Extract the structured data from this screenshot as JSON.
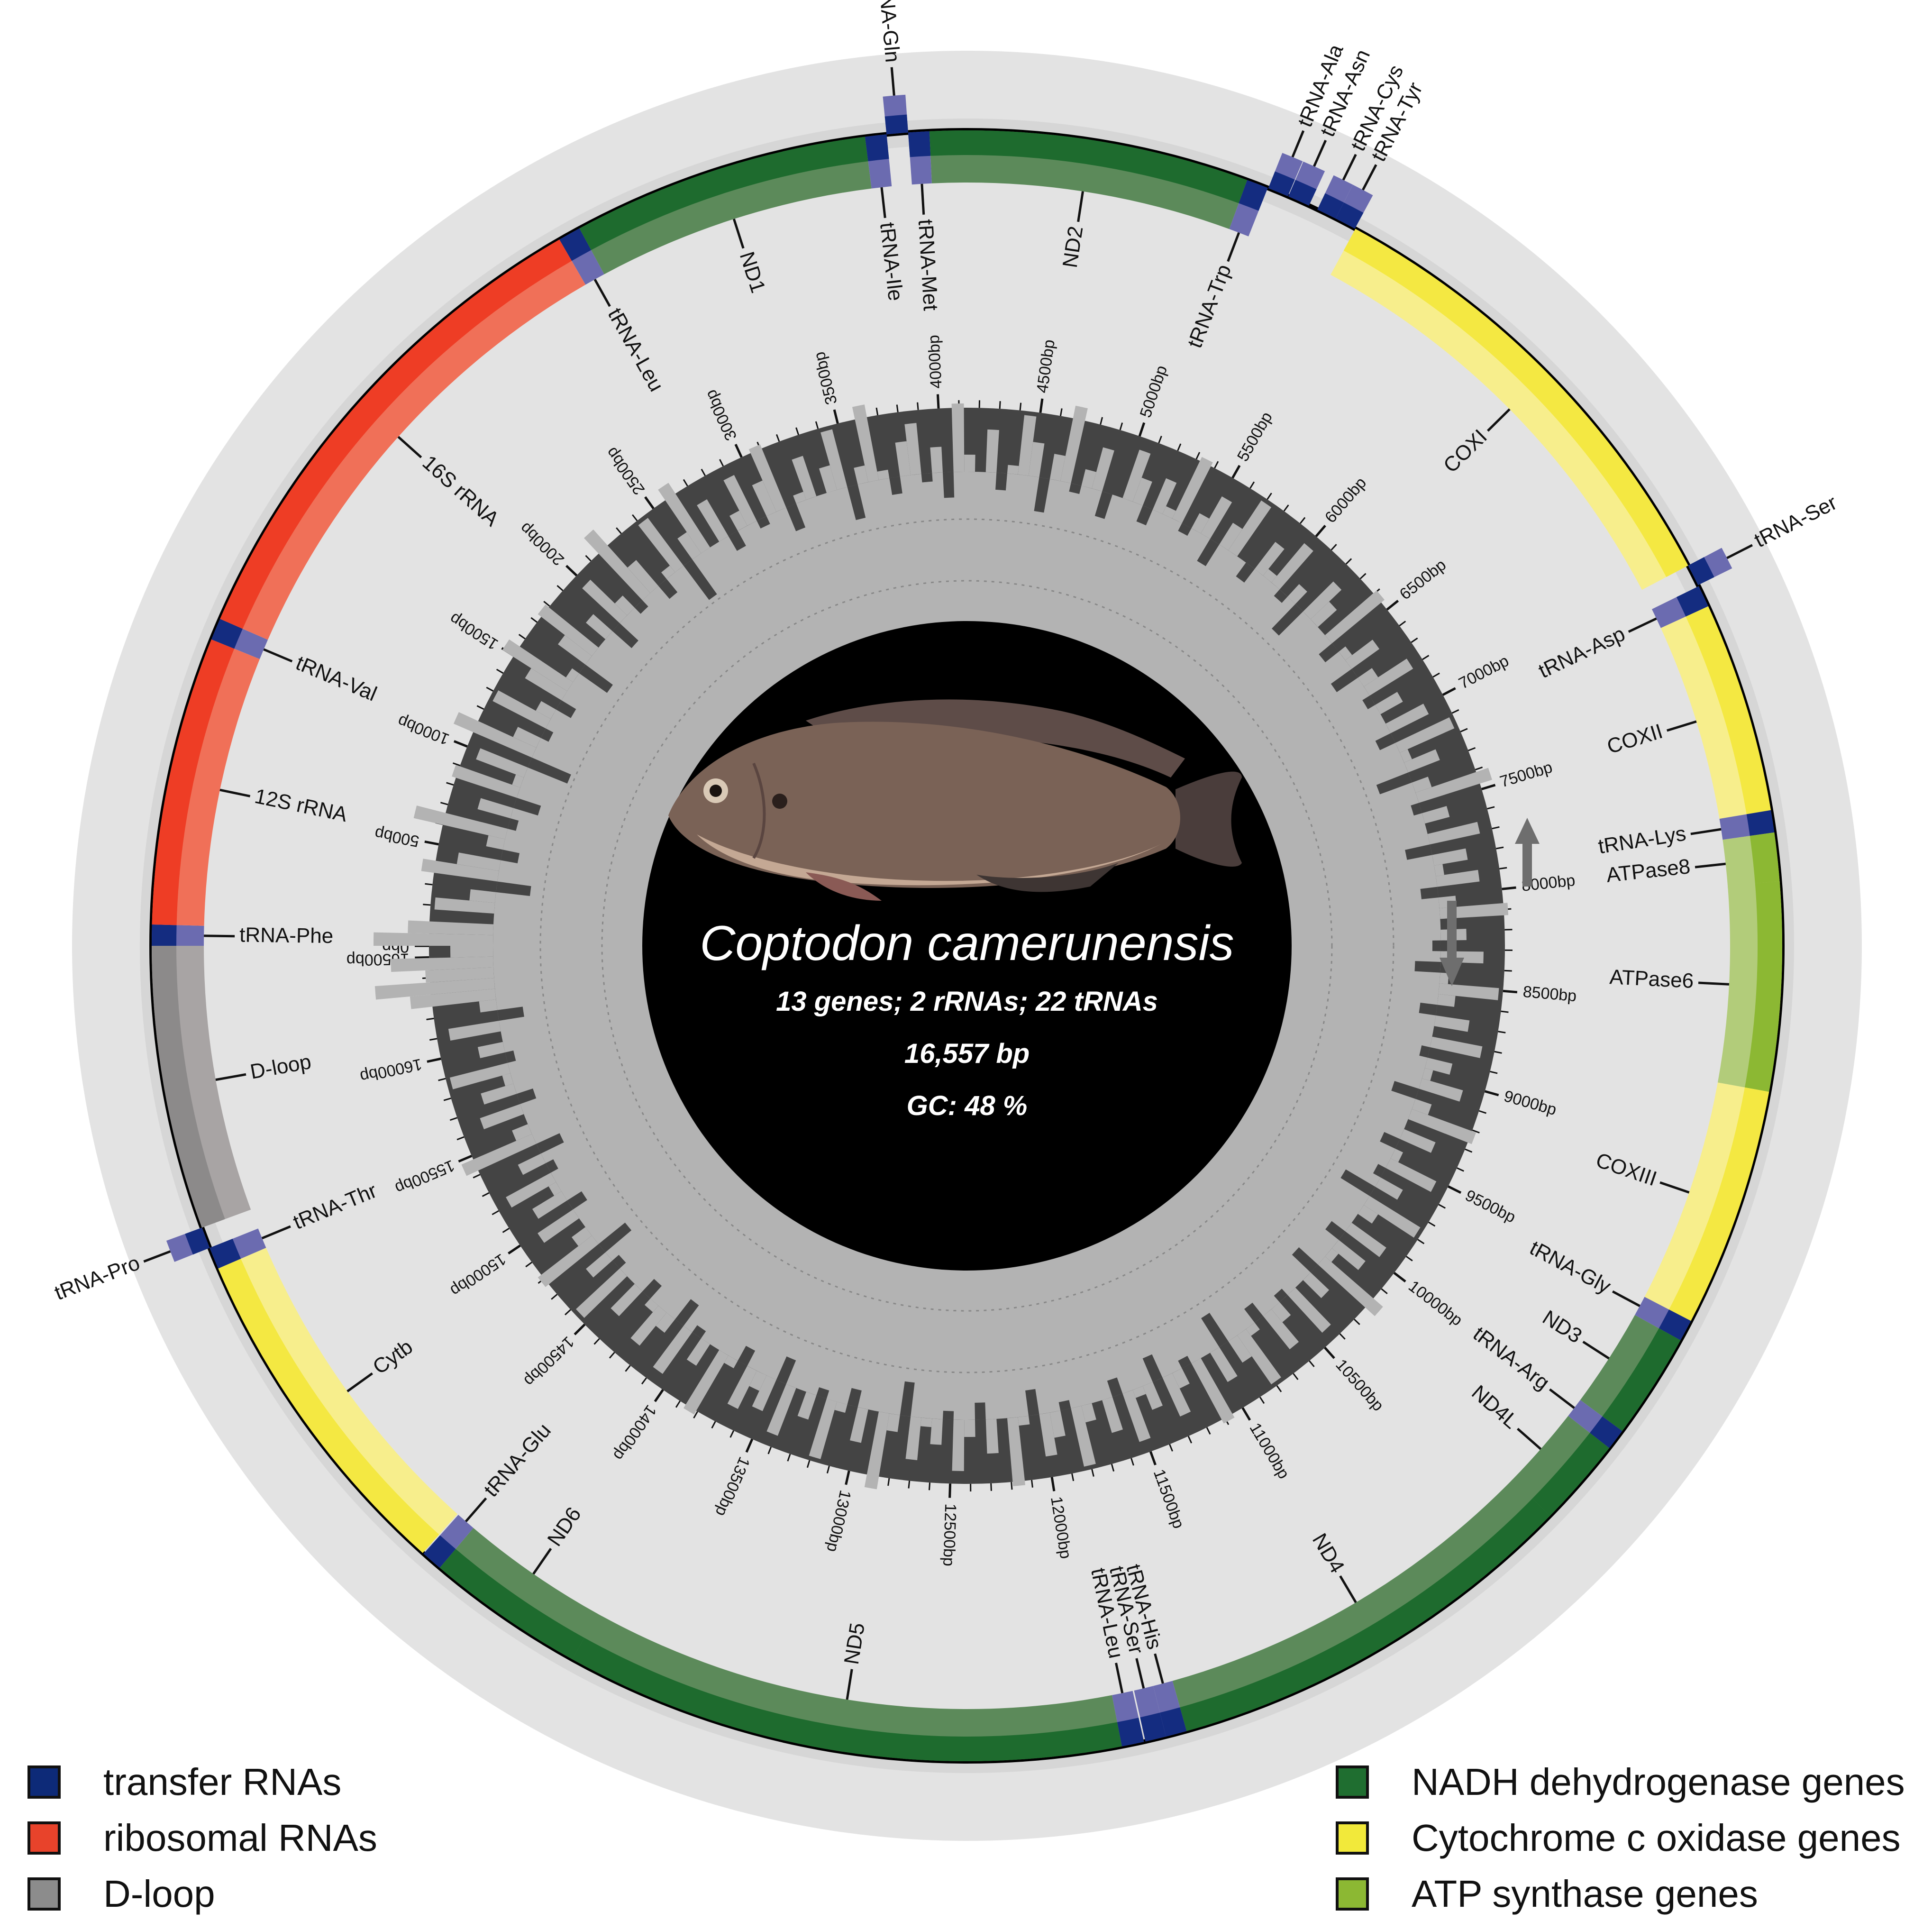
{
  "center": {
    "species": "Coptodon camerunensis",
    "line1": "13 genes; 2 rRNAs; 22 tRNAs",
    "line2": "16,557 bp",
    "line3": "GC: 48 %"
  },
  "colors": {
    "trna": "#1a2f8a",
    "rrna": "#e8432b",
    "dloop": "#8c8c8c",
    "nadh": "#1f6e30",
    "cox": "#f2e93a",
    "atp": "#8cb833"
  },
  "legend": {
    "left": [
      {
        "label": "transfer RNAs",
        "color": "#0d2a78"
      },
      {
        "label": "ribosomal RNAs",
        "color": "#e8432b"
      },
      {
        "label": "D-loop",
        "color": "#8c8c8c"
      }
    ],
    "right": [
      {
        "label": "NADH dehydrogenase genes",
        "color": "#1f6e30"
      },
      {
        "label": "Cytochrome c oxidase genes",
        "color": "#f2e93a"
      },
      {
        "label": "ATP synthase genes",
        "color": "#8cb833"
      }
    ]
  },
  "scale": {
    "genome_length": 16557,
    "tick_labels": [
      "0bp",
      "500bp",
      "1000bp",
      "1500bp",
      "2000bp",
      "2500bp",
      "3000bp",
      "3500bp",
      "4000bp",
      "4500bp",
      "5000bp",
      "5500bp",
      "6000bp",
      "6500bp",
      "7000bp",
      "7500bp",
      "8000bp",
      "8500bp",
      "9000bp",
      "9500bp",
      "10000bp",
      "10500bp",
      "11000bp",
      "11500bp",
      "12000bp",
      "12500bp",
      "13000bp",
      "13500bp",
      "14000bp",
      "14500bp",
      "15000bp",
      "15500bp",
      "16000bp",
      "16500bp"
    ]
  },
  "features": [
    {
      "label": "tRNA-Phe",
      "type": "trna",
      "strand": "outer",
      "start": 0,
      "end": 69
    },
    {
      "label": "12S rRNA",
      "type": "rrna",
      "strand": "outer",
      "start": 69,
      "end": 1015
    },
    {
      "label": "tRNA-Val",
      "type": "trna",
      "strand": "outer",
      "start": 1015,
      "end": 1087
    },
    {
      "label": "16S rRNA",
      "type": "rrna",
      "strand": "outer",
      "start": 1087,
      "end": 2760
    },
    {
      "label": "tRNA-Leu",
      "type": "trna",
      "strand": "outer",
      "start": 2760,
      "end": 2834
    },
    {
      "label": "ND1",
      "type": "nadh",
      "strand": "outer",
      "start": 2834,
      "end": 3809
    },
    {
      "label": "tRNA-Ile",
      "type": "trna",
      "strand": "outer",
      "start": 3809,
      "end": 3879
    },
    {
      "label": "tRNA-Gln",
      "type": "trna",
      "strand": "inner",
      "start": 3879,
      "end": 3949
    },
    {
      "label": "tRNA-Met",
      "type": "trna",
      "strand": "outer",
      "start": 3949,
      "end": 4018
    },
    {
      "label": "ND2",
      "type": "nadh",
      "strand": "outer",
      "start": 4018,
      "end": 5064
    },
    {
      "label": "tRNA-Trp",
      "type": "trna",
      "strand": "outer",
      "start": 5064,
      "end": 5135
    },
    {
      "label": "tRNA-Ala",
      "type": "trna",
      "strand": "inner",
      "start": 5137,
      "end": 5205
    },
    {
      "label": "tRNA-Asn",
      "type": "trna",
      "strand": "inner",
      "start": 5207,
      "end": 5280
    },
    {
      "label": "tRNA-Cys",
      "type": "trna",
      "strand": "inner",
      "start": 5310,
      "end": 5376
    },
    {
      "label": "tRNA-Tyr",
      "type": "trna",
      "strand": "inner",
      "start": 5376,
      "end": 5446
    },
    {
      "label": "COXI",
      "type": "cox",
      "strand": "outer",
      "start": 5448,
      "end": 7000
    },
    {
      "label": "tRNA-Ser",
      "type": "trna",
      "strand": "inner",
      "start": 7000,
      "end": 7071
    },
    {
      "label": "tRNA-Asp",
      "type": "trna",
      "strand": "outer",
      "start": 7075,
      "end": 7147
    },
    {
      "label": "COXII",
      "type": "cox",
      "strand": "outer",
      "start": 7147,
      "end": 7838
    },
    {
      "label": "tRNA-Lys",
      "type": "trna",
      "strand": "outer",
      "start": 7838,
      "end": 7911
    },
    {
      "label": "ATPase8",
      "type": "atp",
      "strand": "outer",
      "start": 7911,
      "end": 8079
    },
    {
      "label": "ATPase6",
      "type": "atp",
      "strand": "outer",
      "start": 8070,
      "end": 8753
    },
    {
      "label": "COXIII",
      "type": "cox",
      "strand": "outer",
      "start": 8753,
      "end": 9538
    },
    {
      "label": "tRNA-Gly",
      "type": "trna",
      "strand": "outer",
      "start": 9538,
      "end": 9609
    },
    {
      "label": "ND3",
      "type": "nadh",
      "strand": "outer",
      "start": 9609,
      "end": 9958
    },
    {
      "label": "tRNA-Arg",
      "type": "trna",
      "strand": "outer",
      "start": 9958,
      "end": 10027
    },
    {
      "label": "ND4L",
      "type": "nadh",
      "strand": "outer",
      "start": 10027,
      "end": 10324
    },
    {
      "label": "ND4",
      "type": "nadh",
      "strand": "outer",
      "start": 10318,
      "end": 11699
    },
    {
      "label": "tRNA-His",
      "type": "trna",
      "strand": "outer",
      "start": 11699,
      "end": 11768
    },
    {
      "label": "tRNA-Ser",
      "type": "trna",
      "strand": "outer",
      "start": 11768,
      "end": 11836
    },
    {
      "label": "tRNA-Leu",
      "type": "trna",
      "strand": "outer",
      "start": 11841,
      "end": 11914
    },
    {
      "label": "ND5",
      "type": "nadh",
      "strand": "outer",
      "start": 11914,
      "end": 13753
    },
    {
      "label": "ND6",
      "type": "nadh",
      "strand": "outer",
      "start": 13749,
      "end": 14271
    },
    {
      "label": "tRNA-Glu",
      "type": "trna",
      "strand": "outer",
      "start": 14271,
      "end": 14340
    },
    {
      "label": "Cytb",
      "type": "cox",
      "strand": "outer",
      "start": 14344,
      "end": 15485
    },
    {
      "label": "tRNA-Thr",
      "type": "trna",
      "strand": "outer",
      "start": 15485,
      "end": 15557
    },
    {
      "label": "tRNA-Pro",
      "type": "trna",
      "strand": "inner",
      "start": 15557,
      "end": 15627
    },
    {
      "label": "D-loop",
      "type": "dloop",
      "strand": "outer",
      "start": 15627,
      "end": 16557
    }
  ],
  "gc_content": [
    0.62,
    0.58,
    0.48,
    0.55,
    0.51,
    0.44,
    0.57,
    0.53,
    0.46,
    0.5,
    0.59,
    0.47,
    0.52,
    0.45,
    0.56,
    0.49,
    0.54,
    0.43,
    0.58,
    0.51,
    0.47,
    0.55,
    0.5,
    0.46,
    0.53,
    0.57,
    0.49,
    0.44,
    0.52,
    0.56,
    0.48,
    0.51,
    0.45,
    0.54,
    0.5,
    0.47,
    0.58,
    0.52,
    0.46,
    0.49,
    0.55,
    0.43,
    0.51,
    0.57,
    0.48,
    0.53,
    0.46,
    0.5,
    0.54,
    0.47,
    0.52,
    0.56,
    0.45,
    0.49,
    0.53,
    0.48,
    0.51,
    0.55,
    0.44,
    0.5,
    0.57,
    0.49,
    0.46,
    0.52,
    0.54,
    0.47,
    0.51,
    0.45,
    0.56,
    0.5,
    0.48,
    0.53,
    0.46,
    0.49,
    0.55,
    0.52,
    0.44,
    0.51,
    0.57,
    0.47,
    0.5,
    0.53,
    0.45,
    0.48,
    0.54,
    0.51,
    0.46,
    0.52,
    0.49,
    0.56,
    0.47,
    0.5,
    0.53,
    0.45,
    0.51,
    0.55,
    0.48,
    0.46,
    0.52,
    0.49,
    0.54,
    0.47,
    0.5,
    0.44,
    0.53,
    0.51,
    0.48,
    0.56,
    0.46,
    0.49,
    0.52,
    0.45,
    0.5,
    0.54,
    0.47,
    0.51,
    0.48,
    0.53,
    0.46,
    0.55,
    0.49,
    0.52,
    0.44,
    0.5,
    0.57,
    0.47,
    0.51,
    0.48,
    0.54,
    0.45,
    0.52,
    0.49,
    0.53,
    0.46,
    0.5,
    0.56,
    0.48,
    0.51,
    0.47,
    0.53,
    0.45,
    0.49,
    0.55,
    0.5,
    0.46,
    0.52,
    0.48,
    0.54,
    0.47,
    0.51,
    0.49,
    0.53,
    0.45,
    0.5,
    0.56,
    0.48,
    0.52,
    0.46,
    0.49,
    0.54,
    0.47,
    0.51,
    0.44,
    0.55,
    0.5,
    0.48,
    0.53,
    0.46,
    0.52,
    0.49,
    0.57,
    0.45,
    0.51,
    0.48,
    0.54,
    0.47,
    0.5,
    0.53,
    0.46,
    0.49,
    0.55,
    0.51,
    0.44,
    0.52,
    0.48,
    0.56,
    0.47,
    0.5,
    0.53,
    0.45,
    0.51,
    0.49,
    0.54,
    0.46,
    0.52,
    0.48,
    0.5,
    0.55,
    0.47,
    0.51,
    0.53,
    0.45,
    0.49,
    0.56,
    0.48,
    0.52,
    0.46,
    0.5,
    0.54,
    0.47,
    0.51,
    0.49,
    0.53,
    0.44,
    0.5,
    0.57,
    0.48,
    0.52,
    0.46,
    0.49,
    0.55,
    0.47,
    0.51,
    0.48,
    0.54,
    0.45,
    0.52,
    0.5,
    0.53,
    0.46,
    0.49,
    0.56,
    0.48,
    0.51,
    0.47,
    0.54,
    0.45,
    0.5,
    0.53,
    0.49,
    0.46,
    0.52,
    0.48,
    0.55,
    0.47,
    0.51,
    0.44,
    0.56,
    0.5,
    0.48,
    0.53,
    0.46,
    0.52,
    0.49,
    0.54,
    0.47,
    0.51,
    0.45,
    0.57,
    0.5,
    0.48,
    0.53,
    0.46,
    0.52,
    0.49,
    0.55,
    0.47,
    0.51,
    0.48,
    0.54,
    0.45,
    0.5,
    0.58,
    0.62,
    0.56,
    0.6,
    0.53
  ]
}
